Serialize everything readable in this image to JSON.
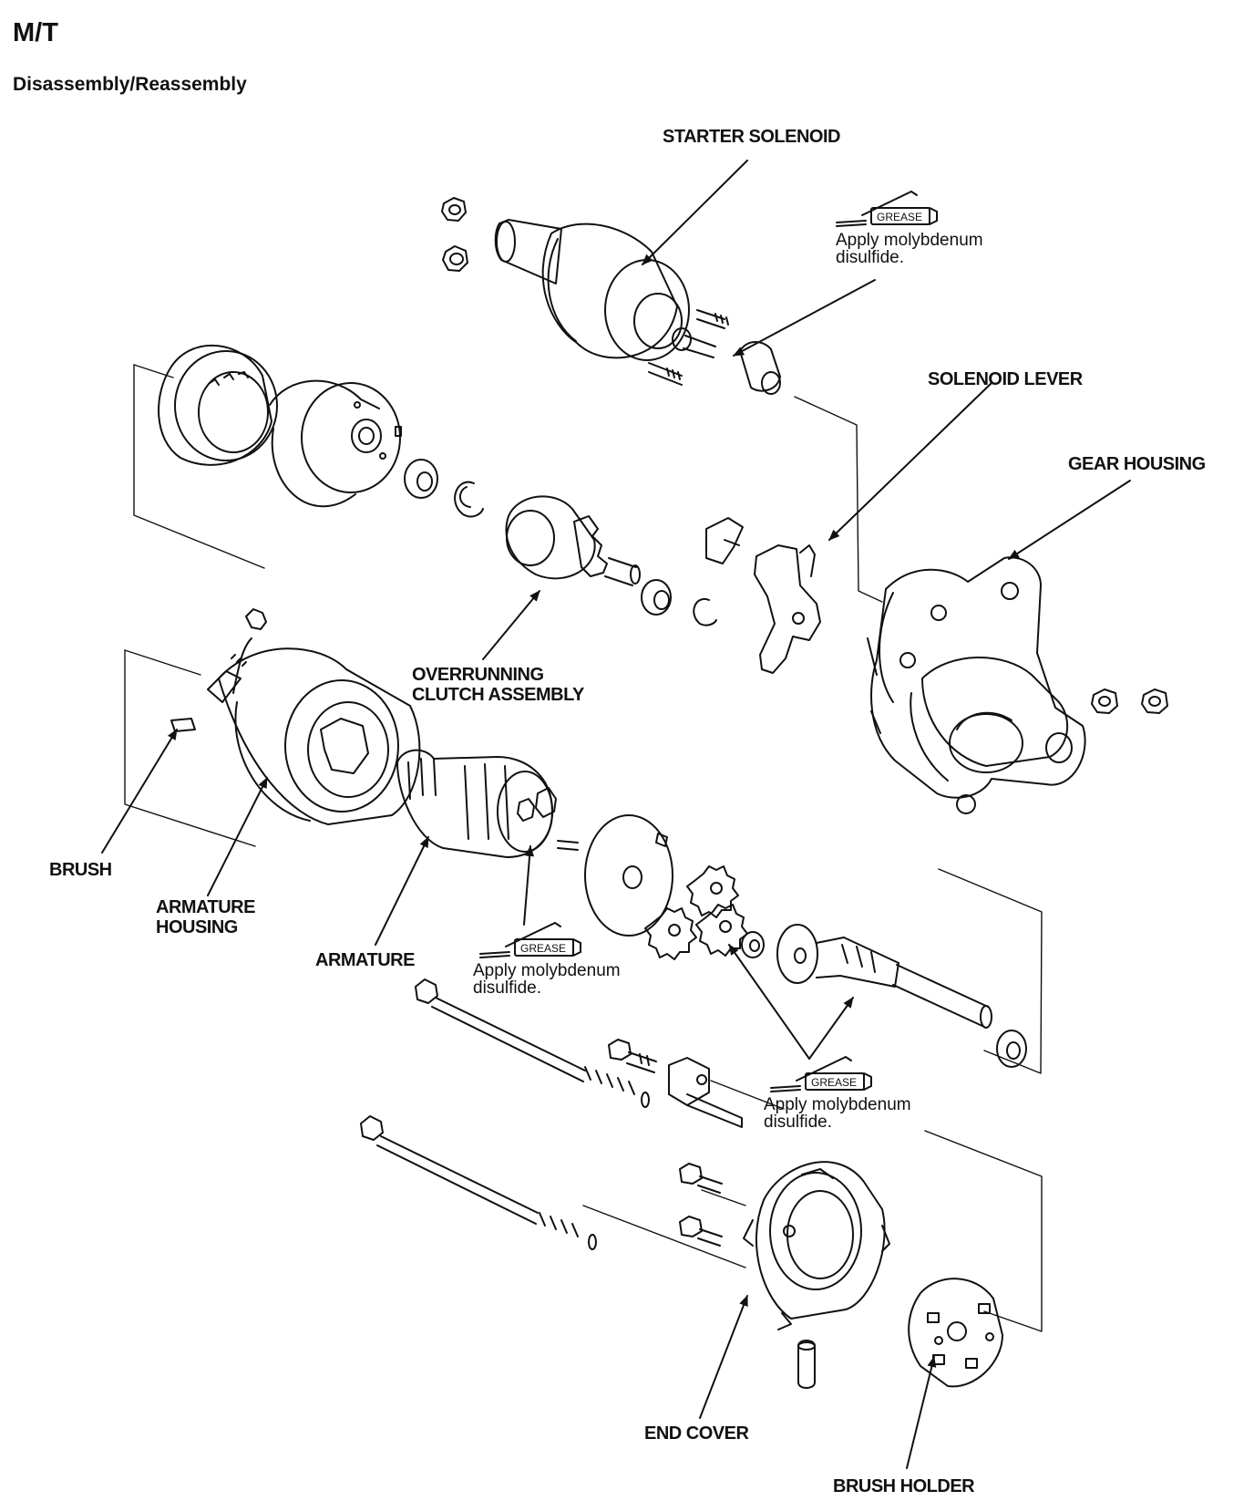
{
  "header": {
    "title": "M/T",
    "subtitle": "Disassembly/Reassembly"
  },
  "labels": {
    "starter_solenoid": "STARTER SOLENOID",
    "solenoid_lever": "SOLENOID LEVER",
    "gear_housing": "GEAR HOUSING",
    "overrunning_clutch_line1": "OVERRUNNING",
    "overrunning_clutch_line2": "CLUTCH ASSEMBLY",
    "brush": "BRUSH",
    "armature_housing_line1": "ARMATURE",
    "armature_housing_line2": "HOUSING",
    "armature": "ARMATURE",
    "end_cover": "END COVER",
    "brush_holder": "BRUSH HOLDER"
  },
  "grease_notes": [
    {
      "tag": "GREASE",
      "line1": "Apply molybdenum",
      "line2": "disulfide."
    },
    {
      "tag": "GREASE",
      "line1": "Apply molybdenum",
      "line2": "disulfide."
    },
    {
      "tag": "GREASE",
      "line1": "Apply molybdenum",
      "line2": "disulfide."
    }
  ]
}
